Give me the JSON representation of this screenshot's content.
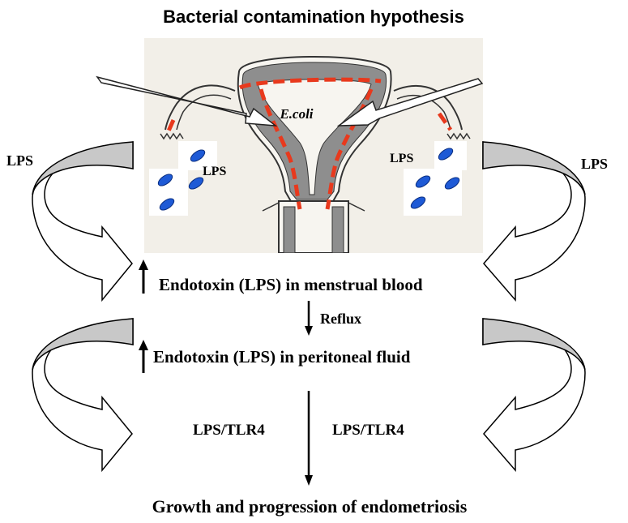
{
  "title": "Bacterial contamination hypothesis",
  "illustration": {
    "bacterium_label": "E.coli",
    "lps_left": "LPS",
    "lps_right": "LPS"
  },
  "cycle": {
    "upper_left_label": "LPS",
    "upper_right_label": "LPS"
  },
  "steps": {
    "menstrual": "Endotoxin (LPS) in menstrual blood",
    "reflux": "Reflux",
    "peritoneal": "Endotoxin (LPS) in peritoneal fluid",
    "pathway_left": "LPS/TLR4",
    "pathway_right": "LPS/TLR4",
    "outcome": "Growth and progression of endometriosis"
  },
  "colors": {
    "illustration_bg": "#f2efe8",
    "uterus_fill": "#8e8e8e",
    "red_dash": "#e8391d",
    "lps_cell": "#1e5ad6",
    "arrow_gray": "#c8c8c8"
  }
}
